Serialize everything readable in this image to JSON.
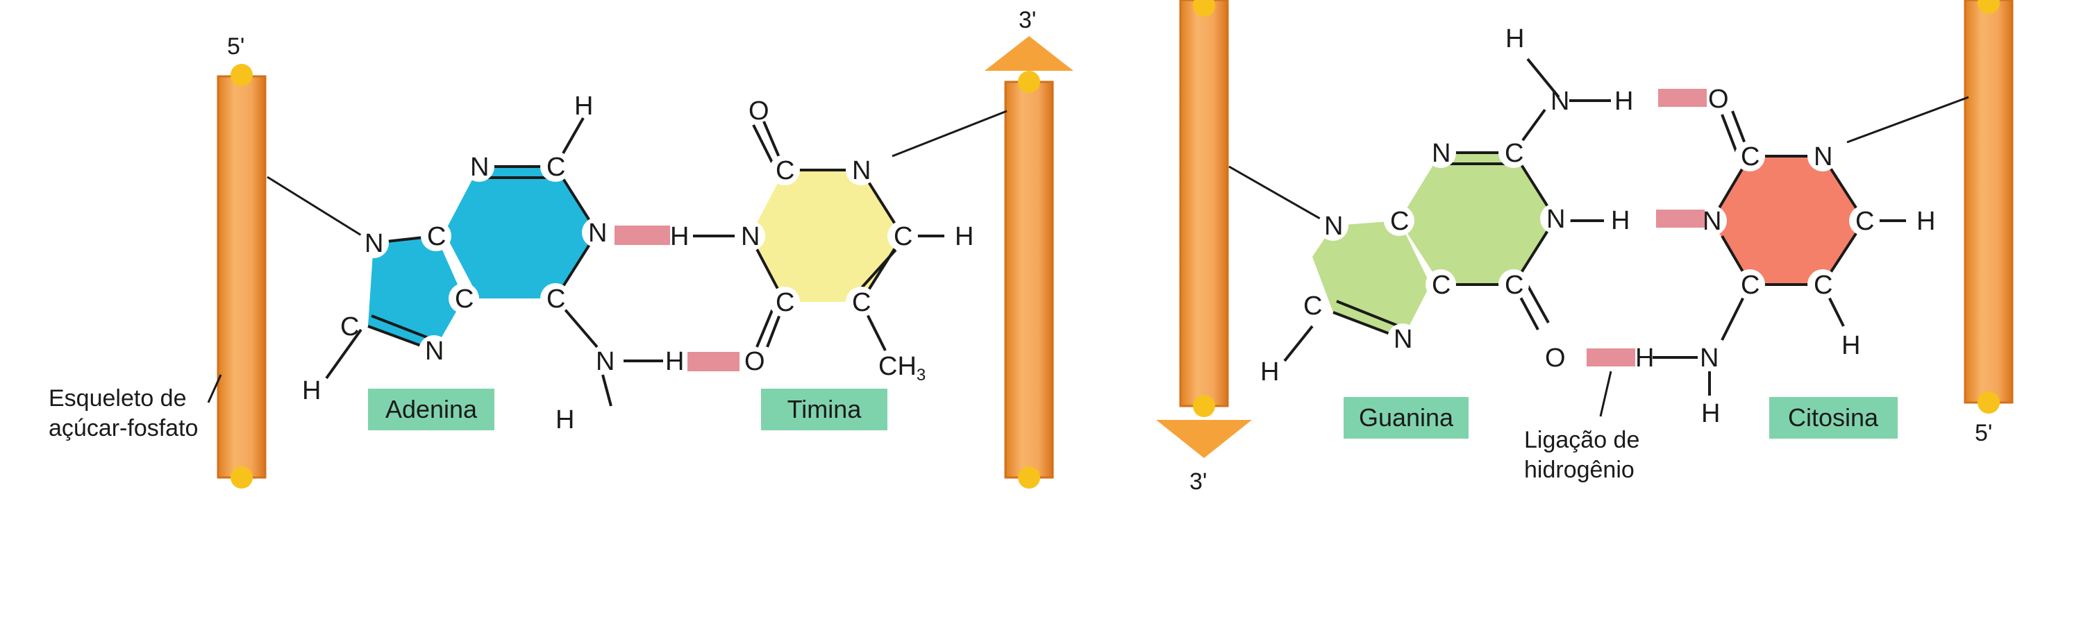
{
  "left_pair": {
    "strand_top_label": "5'",
    "strand_bottom_label_right": "3'",
    "backbone_label_line1": "Esqueleto de",
    "backbone_label_line2": "açúcar-fosfato",
    "adenine_name": "Adenina",
    "thymine_name": "Timina",
    "atoms": {
      "a_h_top": "H",
      "a_n1": "N",
      "a_c1": "C",
      "a_n_right": "N",
      "a_n_left": "N",
      "a_c_left": "C",
      "a_c_bl": "C",
      "a_c_br": "C",
      "a_c_bottom": "C",
      "a_n_bottom": "N",
      "a_c_far": "C",
      "a_h_far": "H",
      "a_nh2_n": "N",
      "a_nh2_h1": "H",
      "a_nh2_h2": "H",
      "t_o_top": "O",
      "t_c_top": "C",
      "t_n_topright": "N",
      "t_n_left": "N",
      "t_h_left": "H",
      "t_c_right": "C",
      "t_h_right": "H",
      "t_c_bl": "C",
      "t_c_br": "C",
      "t_o_bottom": "O",
      "t_ch3": "CH",
      "t_ch3_sub": "3"
    }
  },
  "right_pair": {
    "strand_bottom_label_left": "3'",
    "strand_bottom_label_right": "5'",
    "guanine_name": "Guanina",
    "cytosine_name": "Citosina",
    "hbond_label_line1": "Ligação de",
    "hbond_label_line2": "hidrogênio",
    "atoms": {
      "g_h_top": "H",
      "g_nh_n": "N",
      "g_nh_h": "H",
      "g_n1": "N",
      "g_c1": "C",
      "g_n_right": "N",
      "g_h_right": "H",
      "g_n_left": "N",
      "g_c_left": "C",
      "g_c_mid": "C",
      "g_c_bottom": "C",
      "g_o_bottom": "O",
      "g_c_far": "C",
      "g_n_far": "N",
      "g_h_far": "H",
      "c_o_top": "O",
      "c_c_top": "C",
      "c_n_topright": "N",
      "c_n_left": "N",
      "c_c_right": "C",
      "c_h_right": "H",
      "c_c_bl": "C",
      "c_c_br": "C",
      "c_h_bottom": "H",
      "c_nh_n": "N",
      "c_nh_h1": "H",
      "c_nh_h2": "H"
    }
  },
  "colors": {
    "backbone": "#f4a65a",
    "backbone_edge": "#e07f1f",
    "arrow": "#f6a23a",
    "node": "#f7c21c",
    "adenine": "#22b8dc",
    "thymine": "#f7ef97",
    "guanine": "#bfde8e",
    "cytosine": "#f4806a",
    "label_box": "#7fd3ac",
    "hbond": "#e58f98"
  }
}
